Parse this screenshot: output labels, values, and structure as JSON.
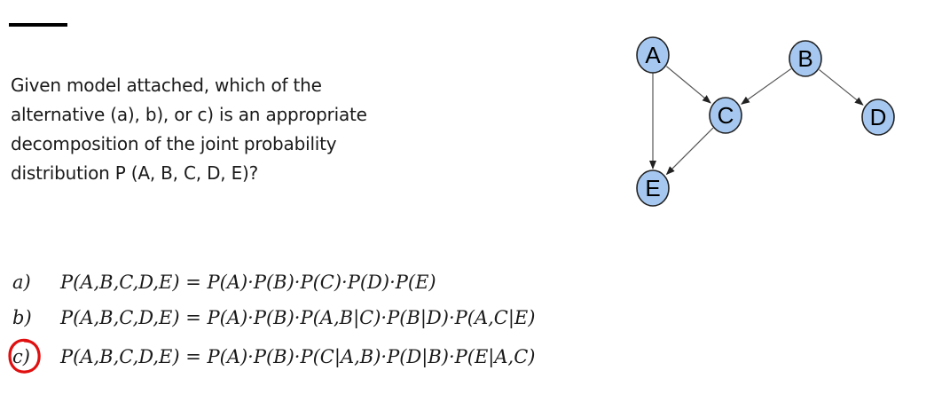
{
  "question": {
    "lines": [
      "Given model attached, which of the",
      "alternative (a), b), or c) is an appropriate",
      "decomposition of the joint probability",
      "distribution  P (A, B, C, D, E)?"
    ]
  },
  "graph": {
    "nodes": [
      {
        "id": "A",
        "label": "A"
      },
      {
        "id": "B",
        "label": "B"
      },
      {
        "id": "C",
        "label": "C"
      },
      {
        "id": "D",
        "label": "D"
      },
      {
        "id": "E",
        "label": "E"
      }
    ],
    "edges": [
      {
        "from": "A",
        "to": "C"
      },
      {
        "from": "A",
        "to": "E"
      },
      {
        "from": "B",
        "to": "C"
      },
      {
        "from": "B",
        "to": "D"
      },
      {
        "from": "C",
        "to": "E"
      }
    ],
    "node_color": "#a6c8f0",
    "edge_color": "#555555"
  },
  "options": [
    {
      "letter": "a)",
      "formula": "P(A,B,C,D,E) = P(A)·P(B)·P(C)·P(D)·P(E)"
    },
    {
      "letter": "b)",
      "formula": "P(A,B,C,D,E) = P(A)·P(B)·P(A,B|C)·P(B|D)·P(A,C|E)"
    },
    {
      "letter": "c)",
      "formula": "P(A,B,C,D,E) = P(A)·P(B)·P(C|A,B)·P(D|B)·P(E|A,C)"
    }
  ],
  "selected_option": "c)",
  "colors": {
    "mark": "#e01010"
  }
}
